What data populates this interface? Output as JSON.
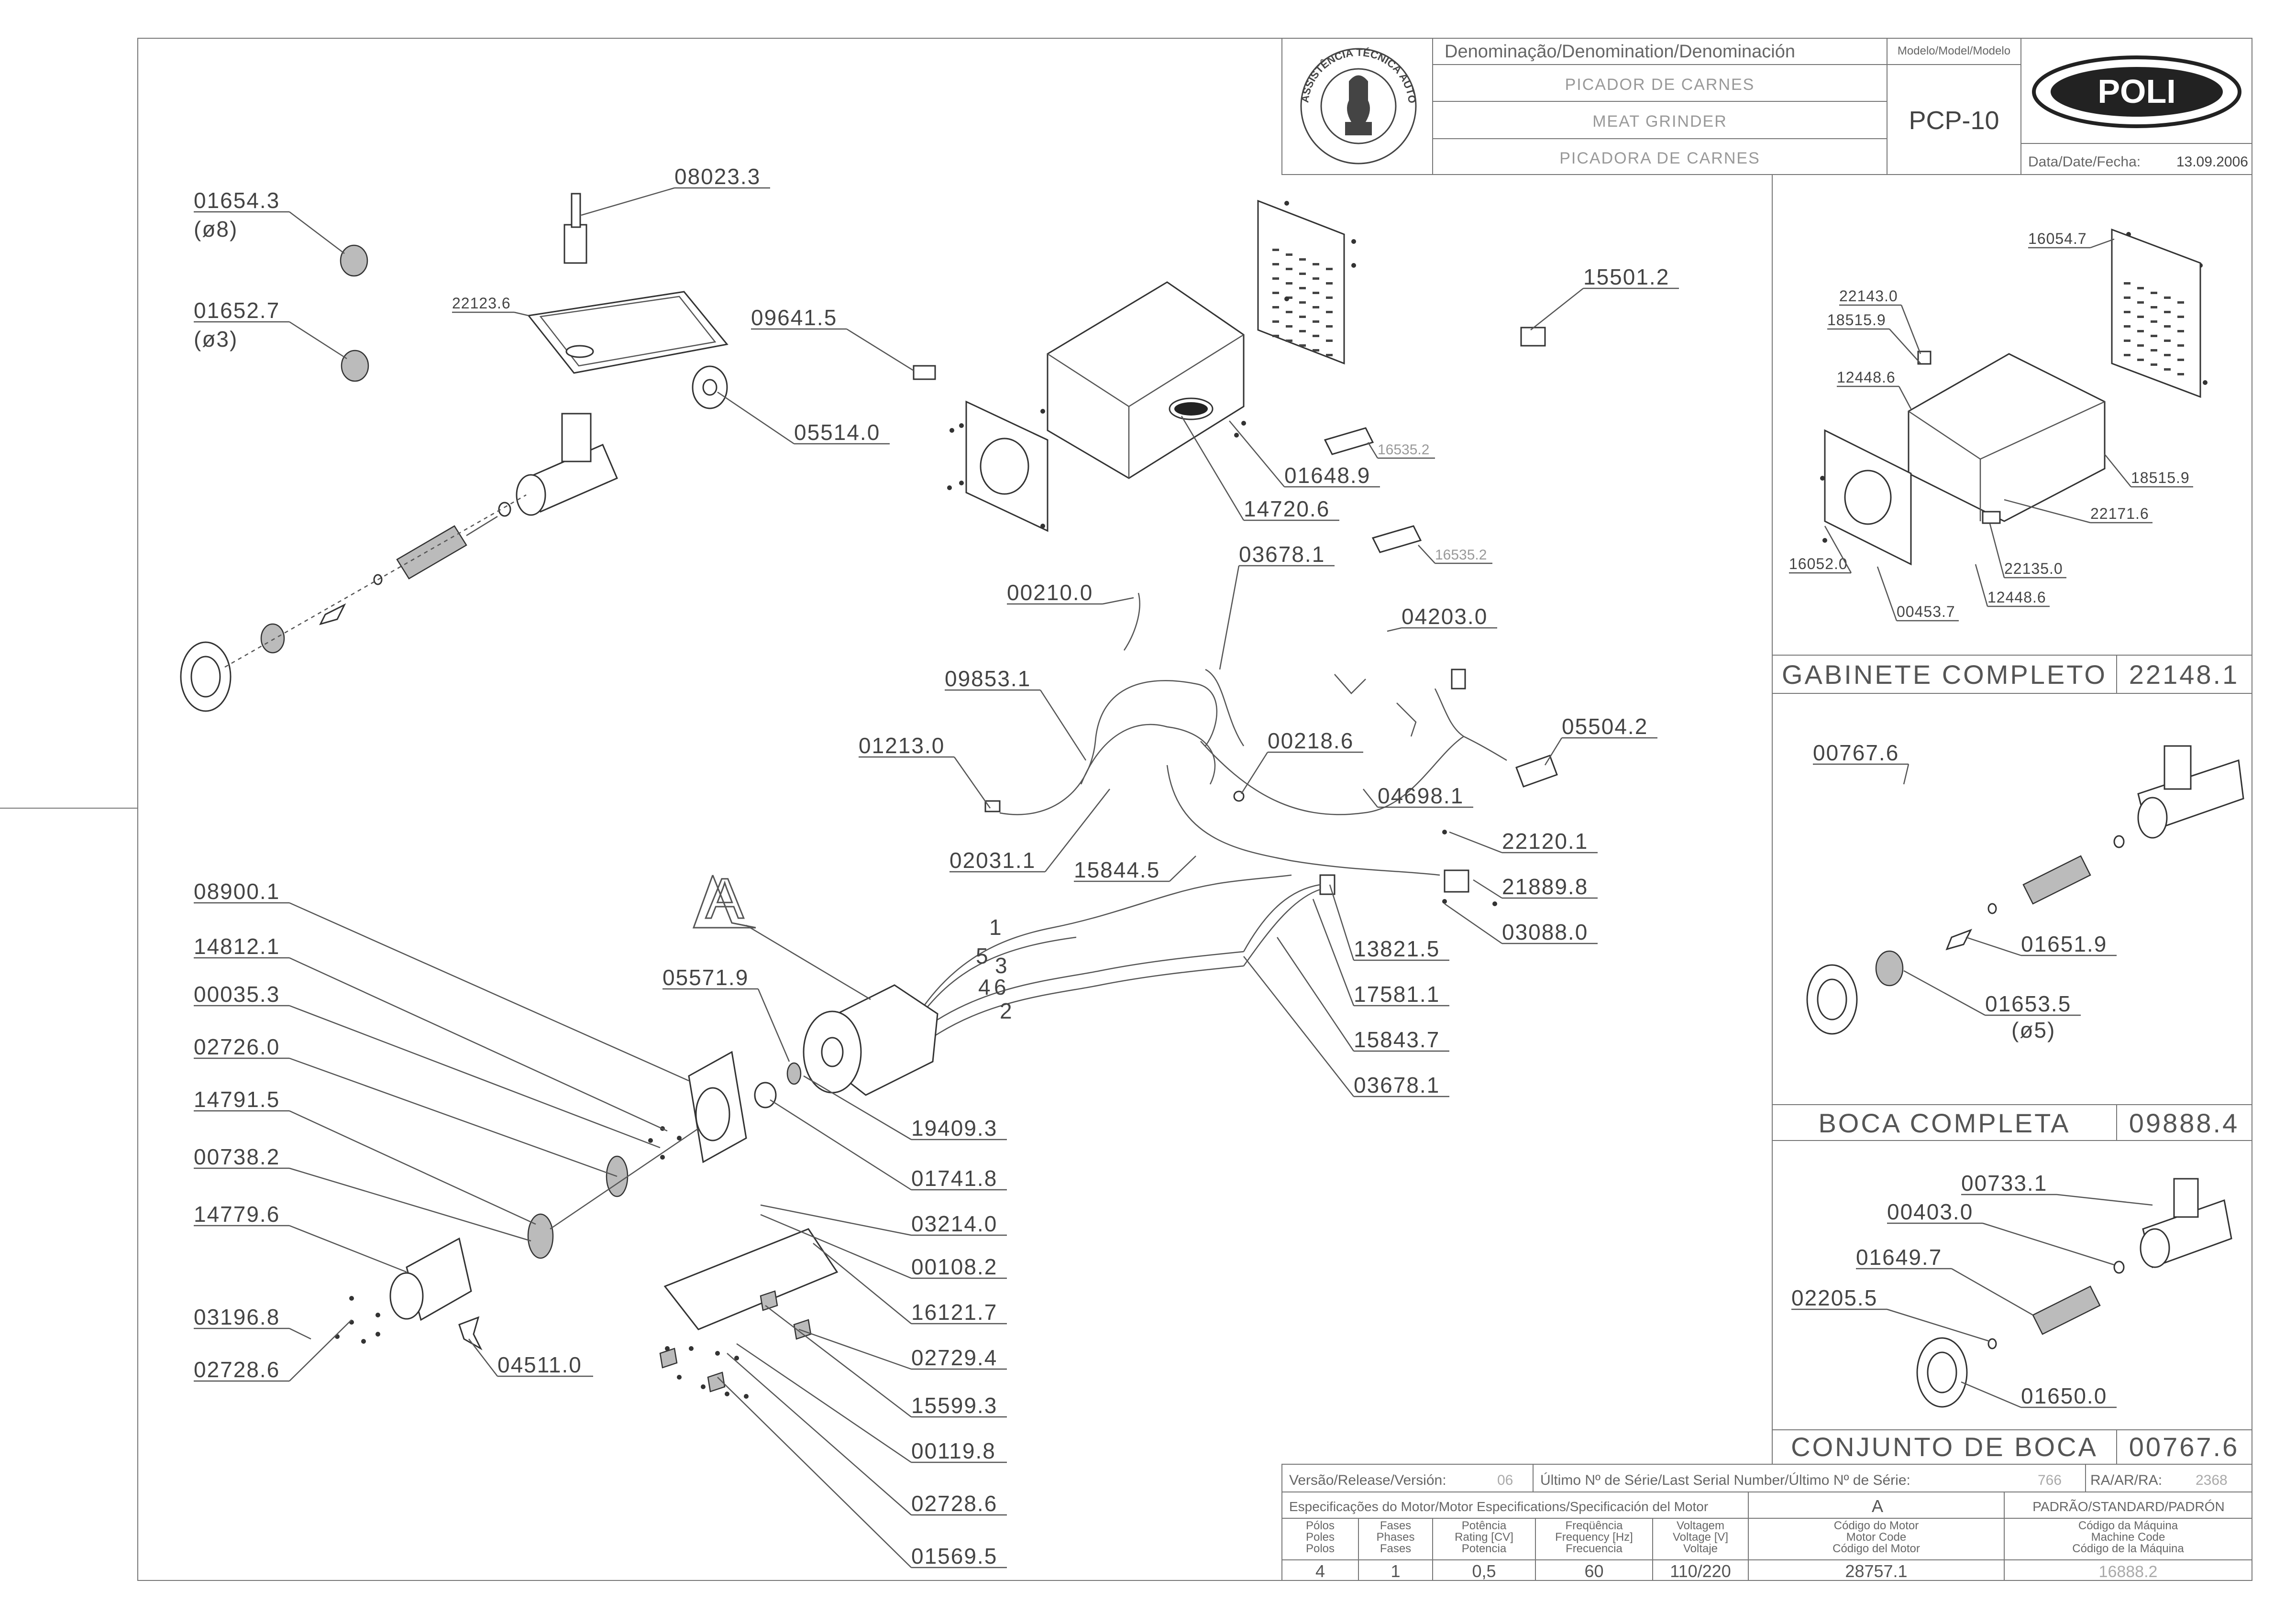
{
  "title_block": {
    "denomination_header": "Denominação/Denomination/Denominación",
    "name_pt": "PICADOR DE CARNES",
    "name_en": "MEAT GRINDER",
    "name_es": "PICADORA DE CARNES",
    "model_header": "Modelo/Model/Modelo",
    "model": "PCP-10",
    "date_label": "Data/Date/Fecha:",
    "date": "13.09.2006",
    "brand": "POLI",
    "seal_text": "ASSISTÊNCIA TÉCNICA AUTORIZADA"
  },
  "footer": {
    "version_label": "Versão/Release/Versión:",
    "version": "06",
    "serial_label": "Último Nº de Série/Last Serial Number/Último Nº de Série:",
    "serial": "766",
    "ra_label": "RA/AR/RA:",
    "ra": "2368",
    "motor_spec_label": "Especificações do Motor/Motor Especifications/Specificación del Motor",
    "motor_rev": "A",
    "standard_label": "PADRÃO/STANDARD/PADRÓN",
    "columns": [
      {
        "header": "Pólos\nPoles\nPolos",
        "value": "4"
      },
      {
        "header": "Fases\nPhases\nFases",
        "value": "1"
      },
      {
        "header": "Potência\nRating [CV]\nPotencia",
        "value": "0,5"
      },
      {
        "header": "Freqüência\nFrequency [Hz]\nFrecuencia",
        "value": "60"
      },
      {
        "header": "Voltagem\nVoltage [V]\nVoltaje",
        "value": "110/220"
      },
      {
        "header": "Código do Motor\nMotor Code\nCódigo del Motor",
        "value": "28757.1"
      },
      {
        "header": "Código da Máquina\nMachine Code\nCódigo de la Máquina",
        "value": "16888.2"
      }
    ]
  },
  "sections": [
    {
      "title": "GABINETE COMPLETO",
      "code": "22148.1"
    },
    {
      "title": "BOCA COMPLETA",
      "code": "09888.4"
    },
    {
      "title": "CONJUNTO DE BOCA",
      "code": "00767.6"
    }
  ],
  "callouts_main": [
    {
      "id": "01654.3",
      "sub": "(ø8)"
    },
    {
      "id": "01652.7",
      "sub": "(ø3)"
    },
    {
      "id": "08023.3"
    },
    {
      "id": "22123.6"
    },
    {
      "id": "05514.0"
    },
    {
      "id": "09641.5"
    },
    {
      "id": "15501.2"
    },
    {
      "id": "16535.2"
    },
    {
      "id": "16535.2"
    },
    {
      "id": "01648.9"
    },
    {
      "id": "14720.6"
    },
    {
      "id": "03678.1"
    },
    {
      "id": "00210.0"
    },
    {
      "id": "04203.0"
    },
    {
      "id": "09853.1"
    },
    {
      "id": "00218.6"
    },
    {
      "id": "05504.2"
    },
    {
      "id": "01213.0"
    },
    {
      "id": "04698.1"
    },
    {
      "id": "02031.1"
    },
    {
      "id": "15844.5"
    },
    {
      "id": "22120.1"
    },
    {
      "id": "21889.8"
    },
    {
      "id": "03088.0"
    },
    {
      "id": "08900.1"
    },
    {
      "id": "14812.1"
    },
    {
      "id": "00035.3"
    },
    {
      "id": "02726.0"
    },
    {
      "id": "14791.5"
    },
    {
      "id": "00738.2"
    },
    {
      "id": "14779.6"
    },
    {
      "id": "03196.8"
    },
    {
      "id": "02728.6"
    },
    {
      "id": "04511.0"
    },
    {
      "id": "05571.9"
    },
    {
      "id": "13821.5"
    },
    {
      "id": "17581.1"
    },
    {
      "id": "15843.7"
    },
    {
      "id": "03678.1"
    },
    {
      "id": "19409.3"
    },
    {
      "id": "01741.8"
    },
    {
      "id": "03214.0"
    },
    {
      "id": "00108.2"
    },
    {
      "id": "16121.7"
    },
    {
      "id": "02729.4"
    },
    {
      "id": "15599.3"
    },
    {
      "id": "00119.8"
    },
    {
      "id": "02728.6"
    },
    {
      "id": "01569.5"
    }
  ],
  "detail_label": "A",
  "wire_numbers": [
    "1",
    "5",
    "3",
    "4",
    "6",
    "2"
  ],
  "callouts_cabinet": [
    "16054.7",
    "22143.0",
    "18515.9",
    "12448.6",
    "18515.9",
    "22171.6",
    "16052.0",
    "22135.0",
    "12448.6",
    "00453.7"
  ],
  "callouts_boca": [
    {
      "id": "00767.6"
    },
    {
      "id": "01651.9"
    },
    {
      "id": "01653.5",
      "sub": "(ø5)"
    }
  ],
  "callouts_conjunto": [
    "00733.1",
    "00403.0",
    "01649.7",
    "02205.5",
    "01650.0"
  ]
}
